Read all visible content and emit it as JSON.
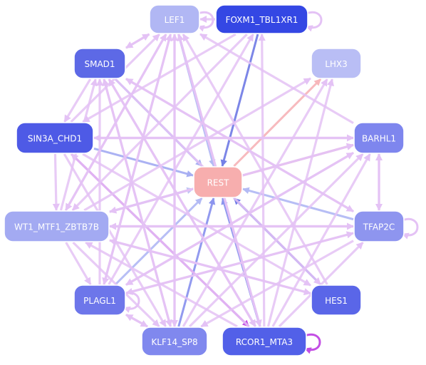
{
  "colors": {
    "edge_light": "#e4c2f5",
    "edge_blue": "#a6aef2",
    "edge_dark_blue": "#7580e6",
    "edge_pink": "#f5a8ac",
    "edge_magenta": "#c34ee4",
    "node_very_light": "#b3b9f4",
    "node_light": "#a0a8f2",
    "node_mid": "#8089ee",
    "node_dark": "#5d69e6",
    "node_darkest": "#3447e4",
    "node_rest": "#f7aeae"
  },
  "nodes": [
    {
      "id": "LEF1",
      "label": "LEF1",
      "color": "#b1b7f4"
    },
    {
      "id": "FOXM1",
      "label": "FOXM1_TBL1XR1",
      "color": "#3447e4"
    },
    {
      "id": "SMAD1",
      "label": "SMAD1",
      "color": "#5d69e6"
    },
    {
      "id": "LHX3",
      "label": "LHX3",
      "color": "#b9bef5"
    },
    {
      "id": "SIN3A",
      "label": "SIN3A_CHD1",
      "color": "#4e5ae6"
    },
    {
      "id": "BARHL1",
      "label": "BARHL1",
      "color": "#7e86ee"
    },
    {
      "id": "REST",
      "label": "REST",
      "color": "#f7aeae"
    },
    {
      "id": "WT1",
      "label": "WT1_MTF1_ZBTB7B",
      "color": "#a3aaf2"
    },
    {
      "id": "TFAP2C",
      "label": "TFAP2C",
      "color": "#8e95ef"
    },
    {
      "id": "PLAGL1",
      "label": "PLAGL1",
      "color": "#6d76ea"
    },
    {
      "id": "HES1",
      "label": "HES1",
      "color": "#5a66e8"
    },
    {
      "id": "KLF14",
      "label": "KLF14_SP8",
      "color": "#8088ee"
    },
    {
      "id": "RCOR1",
      "label": "RCOR1_MTA3",
      "color": "#5260e8"
    }
  ],
  "edges": [
    {
      "from": "FOXM1",
      "to": "REST",
      "color": "#7580e6"
    },
    {
      "from": "LEF1",
      "to": "REST",
      "color": "#b3baf4"
    },
    {
      "from": "SMAD1",
      "to": "REST",
      "color": "#a6aef2"
    },
    {
      "from": "SIN3A",
      "to": "REST",
      "color": "#a6aef2"
    },
    {
      "from": "WT1",
      "to": "REST",
      "color": "#c0c5f4"
    },
    {
      "from": "PLAGL1",
      "to": "REST",
      "color": "#b3baf4"
    },
    {
      "from": "KLF14",
      "to": "REST",
      "color": "#8c95ee"
    },
    {
      "from": "RCOR1",
      "to": "REST",
      "color": "#8c95ee"
    },
    {
      "from": "HES1",
      "to": "REST",
      "color": "#6f7be6"
    },
    {
      "from": "TFAP2C",
      "to": "REST",
      "color": "#b3baf4"
    },
    {
      "from": "REST",
      "to": "BARHL1",
      "color": "#f5a8ac"
    },
    {
      "from": "REST",
      "to": "LHX3",
      "color": "#f7b6ba"
    },
    {
      "from": "SIN3A",
      "to": "RCOR1",
      "color": "#c34ee4"
    },
    {
      "from": "FOXM1",
      "to": "LEF1",
      "color": "#e4c2f5"
    },
    {
      "from": "LEF1",
      "to": "SMAD1",
      "color": "#e4c2f5"
    },
    {
      "from": "SMAD1",
      "to": "LEF1",
      "color": "#e4c2f5"
    },
    {
      "from": "SMAD1",
      "to": "SIN3A",
      "color": "#e4c2f5"
    },
    {
      "from": "SIN3A",
      "to": "WT1",
      "color": "#e4c2f5"
    },
    {
      "from": "WT1",
      "to": "SMAD1",
      "color": "#e4c2f5"
    },
    {
      "from": "WT1",
      "to": "PLAGL1",
      "color": "#e4c2f5"
    },
    {
      "from": "PLAGL1",
      "to": "KLF14",
      "color": "#e4c2f5"
    },
    {
      "from": "KLF14",
      "to": "PLAGL1",
      "color": "#e4c2f5"
    },
    {
      "from": "RCOR1",
      "to": "FOXM1",
      "color": "#e4c2f5"
    },
    {
      "from": "RCOR1",
      "to": "LHX3",
      "color": "#e4c2f5"
    },
    {
      "from": "RCOR1",
      "to": "BARHL1",
      "color": "#e4c2f5"
    },
    {
      "from": "RCOR1",
      "to": "TFAP2C",
      "color": "#e4c2f5"
    },
    {
      "from": "RCOR1",
      "to": "SMAD1",
      "color": "#e4c2f5"
    },
    {
      "from": "RCOR1",
      "to": "LEF1",
      "color": "#e4c2f5"
    },
    {
      "from": "RCOR1",
      "to": "WT1",
      "color": "#e4c2f5"
    },
    {
      "from": "RCOR1",
      "to": "SIN3A",
      "color": "#e4c2f5"
    },
    {
      "from": "KLF14",
      "to": "LEF1",
      "color": "#e4c2f5"
    },
    {
      "from": "KLF14",
      "to": "SMAD1",
      "color": "#e4c2f5"
    },
    {
      "from": "KLF14",
      "to": "BARHL1",
      "color": "#e4c2f5"
    },
    {
      "from": "KLF14",
      "to": "LHX3",
      "color": "#e4c2f5"
    },
    {
      "from": "PLAGL1",
      "to": "LEF1",
      "color": "#e4c2f5"
    },
    {
      "from": "PLAGL1",
      "to": "SMAD1",
      "color": "#e4c2f5"
    },
    {
      "from": "PLAGL1",
      "to": "FOXM1",
      "color": "#e4c2f5"
    },
    {
      "from": "PLAGL1",
      "to": "BARHL1",
      "color": "#e4c2f5"
    },
    {
      "from": "PLAGL1",
      "to": "TFAP2C",
      "color": "#e4c2f5"
    },
    {
      "from": "SIN3A",
      "to": "LEF1",
      "color": "#e4c2f5"
    },
    {
      "from": "SIN3A",
      "to": "BARHL1",
      "color": "#e4c2f5"
    },
    {
      "from": "SIN3A",
      "to": "HES1",
      "color": "#e4c2f5"
    },
    {
      "from": "SIN3A",
      "to": "KLF14",
      "color": "#e4c2f5"
    },
    {
      "from": "SMAD1",
      "to": "RCOR1",
      "color": "#e4c2f5"
    },
    {
      "from": "SMAD1",
      "to": "KLF14",
      "color": "#e4c2f5"
    },
    {
      "from": "SMAD1",
      "to": "HES1",
      "color": "#e4c2f5"
    },
    {
      "from": "SMAD1",
      "to": "TFAP2C",
      "color": "#e4c2f5"
    },
    {
      "from": "LEF1",
      "to": "RCOR1",
      "color": "#e4c2f5"
    },
    {
      "from": "LEF1",
      "to": "KLF14",
      "color": "#e4c2f5"
    },
    {
      "from": "LEF1",
      "to": "PLAGL1",
      "color": "#e4c2f5"
    },
    {
      "from": "LEF1",
      "to": "WT1",
      "color": "#e4c2f5"
    },
    {
      "from": "FOXM1",
      "to": "WT1",
      "color": "#e4c2f5"
    },
    {
      "from": "FOXM1",
      "to": "SIN3A",
      "color": "#e4c2f5"
    },
    {
      "from": "WT1",
      "to": "BARHL1",
      "color": "#e4c2f5"
    },
    {
      "from": "WT1",
      "to": "LHX3",
      "color": "#e4c2f5"
    },
    {
      "from": "WT1",
      "to": "HES1",
      "color": "#e4c2f5"
    },
    {
      "from": "WT1",
      "to": "TFAP2C",
      "color": "#e4c2f5"
    },
    {
      "from": "WT1",
      "to": "KLF14",
      "color": "#e4c2f5"
    },
    {
      "from": "WT1",
      "to": "LEF1",
      "color": "#e4c2f5"
    },
    {
      "from": "TFAP2C",
      "to": "BARHL1",
      "color": "#e4c2f5"
    },
    {
      "from": "TFAP2C",
      "to": "SMAD1",
      "color": "#e4c2f5"
    },
    {
      "from": "TFAP2C",
      "to": "WT1",
      "color": "#e4c2f5"
    },
    {
      "from": "TFAP2C",
      "to": "PLAGL1",
      "color": "#e4c2f5"
    },
    {
      "from": "TFAP2C",
      "to": "KLF14",
      "color": "#e4c2f5"
    },
    {
      "from": "BARHL1",
      "to": "SIN3A",
      "color": "#e4c2f5"
    },
    {
      "from": "BARHL1",
      "to": "WT1",
      "color": "#e4c2f5"
    },
    {
      "from": "BARHL1",
      "to": "PLAGL1",
      "color": "#e4c2f5"
    },
    {
      "from": "BARHL1",
      "to": "LEF1",
      "color": "#e4c2f5"
    },
    {
      "from": "BARHL1",
      "to": "TFAP2C",
      "color": "#e4c2f5"
    },
    {
      "from": "HES1",
      "to": "WT1",
      "color": "#e4c2f5"
    },
    {
      "from": "HES1",
      "to": "LEF1",
      "color": "#e4c2f5"
    }
  ],
  "self_loops": [
    {
      "node": "FOXM1",
      "color": "#e4c2f5"
    },
    {
      "node": "LEF1",
      "color": "#e4c2f5"
    },
    {
      "node": "PLAGL1",
      "color": "#e4c2f5"
    },
    {
      "node": "TFAP2C",
      "color": "#e4c2f5"
    },
    {
      "node": "RCOR1",
      "color": "#c34ee4"
    }
  ]
}
